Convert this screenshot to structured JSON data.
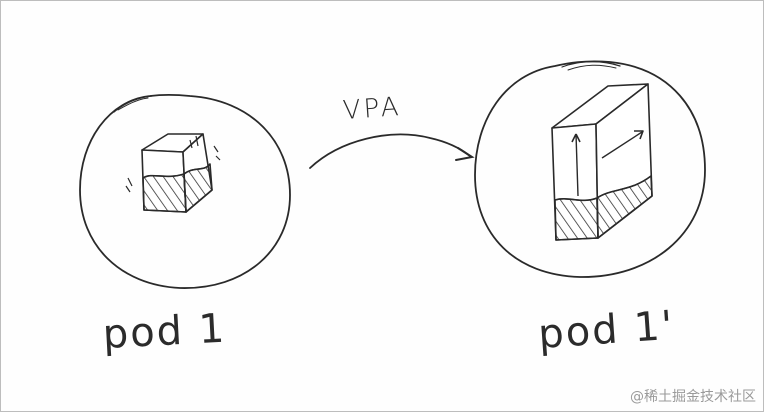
{
  "arrow_label": "VPA",
  "pods": {
    "left": {
      "label": "pod 1"
    },
    "right": {
      "label": "pod 1'"
    }
  },
  "watermark": "@稀土掘金技术社区"
}
